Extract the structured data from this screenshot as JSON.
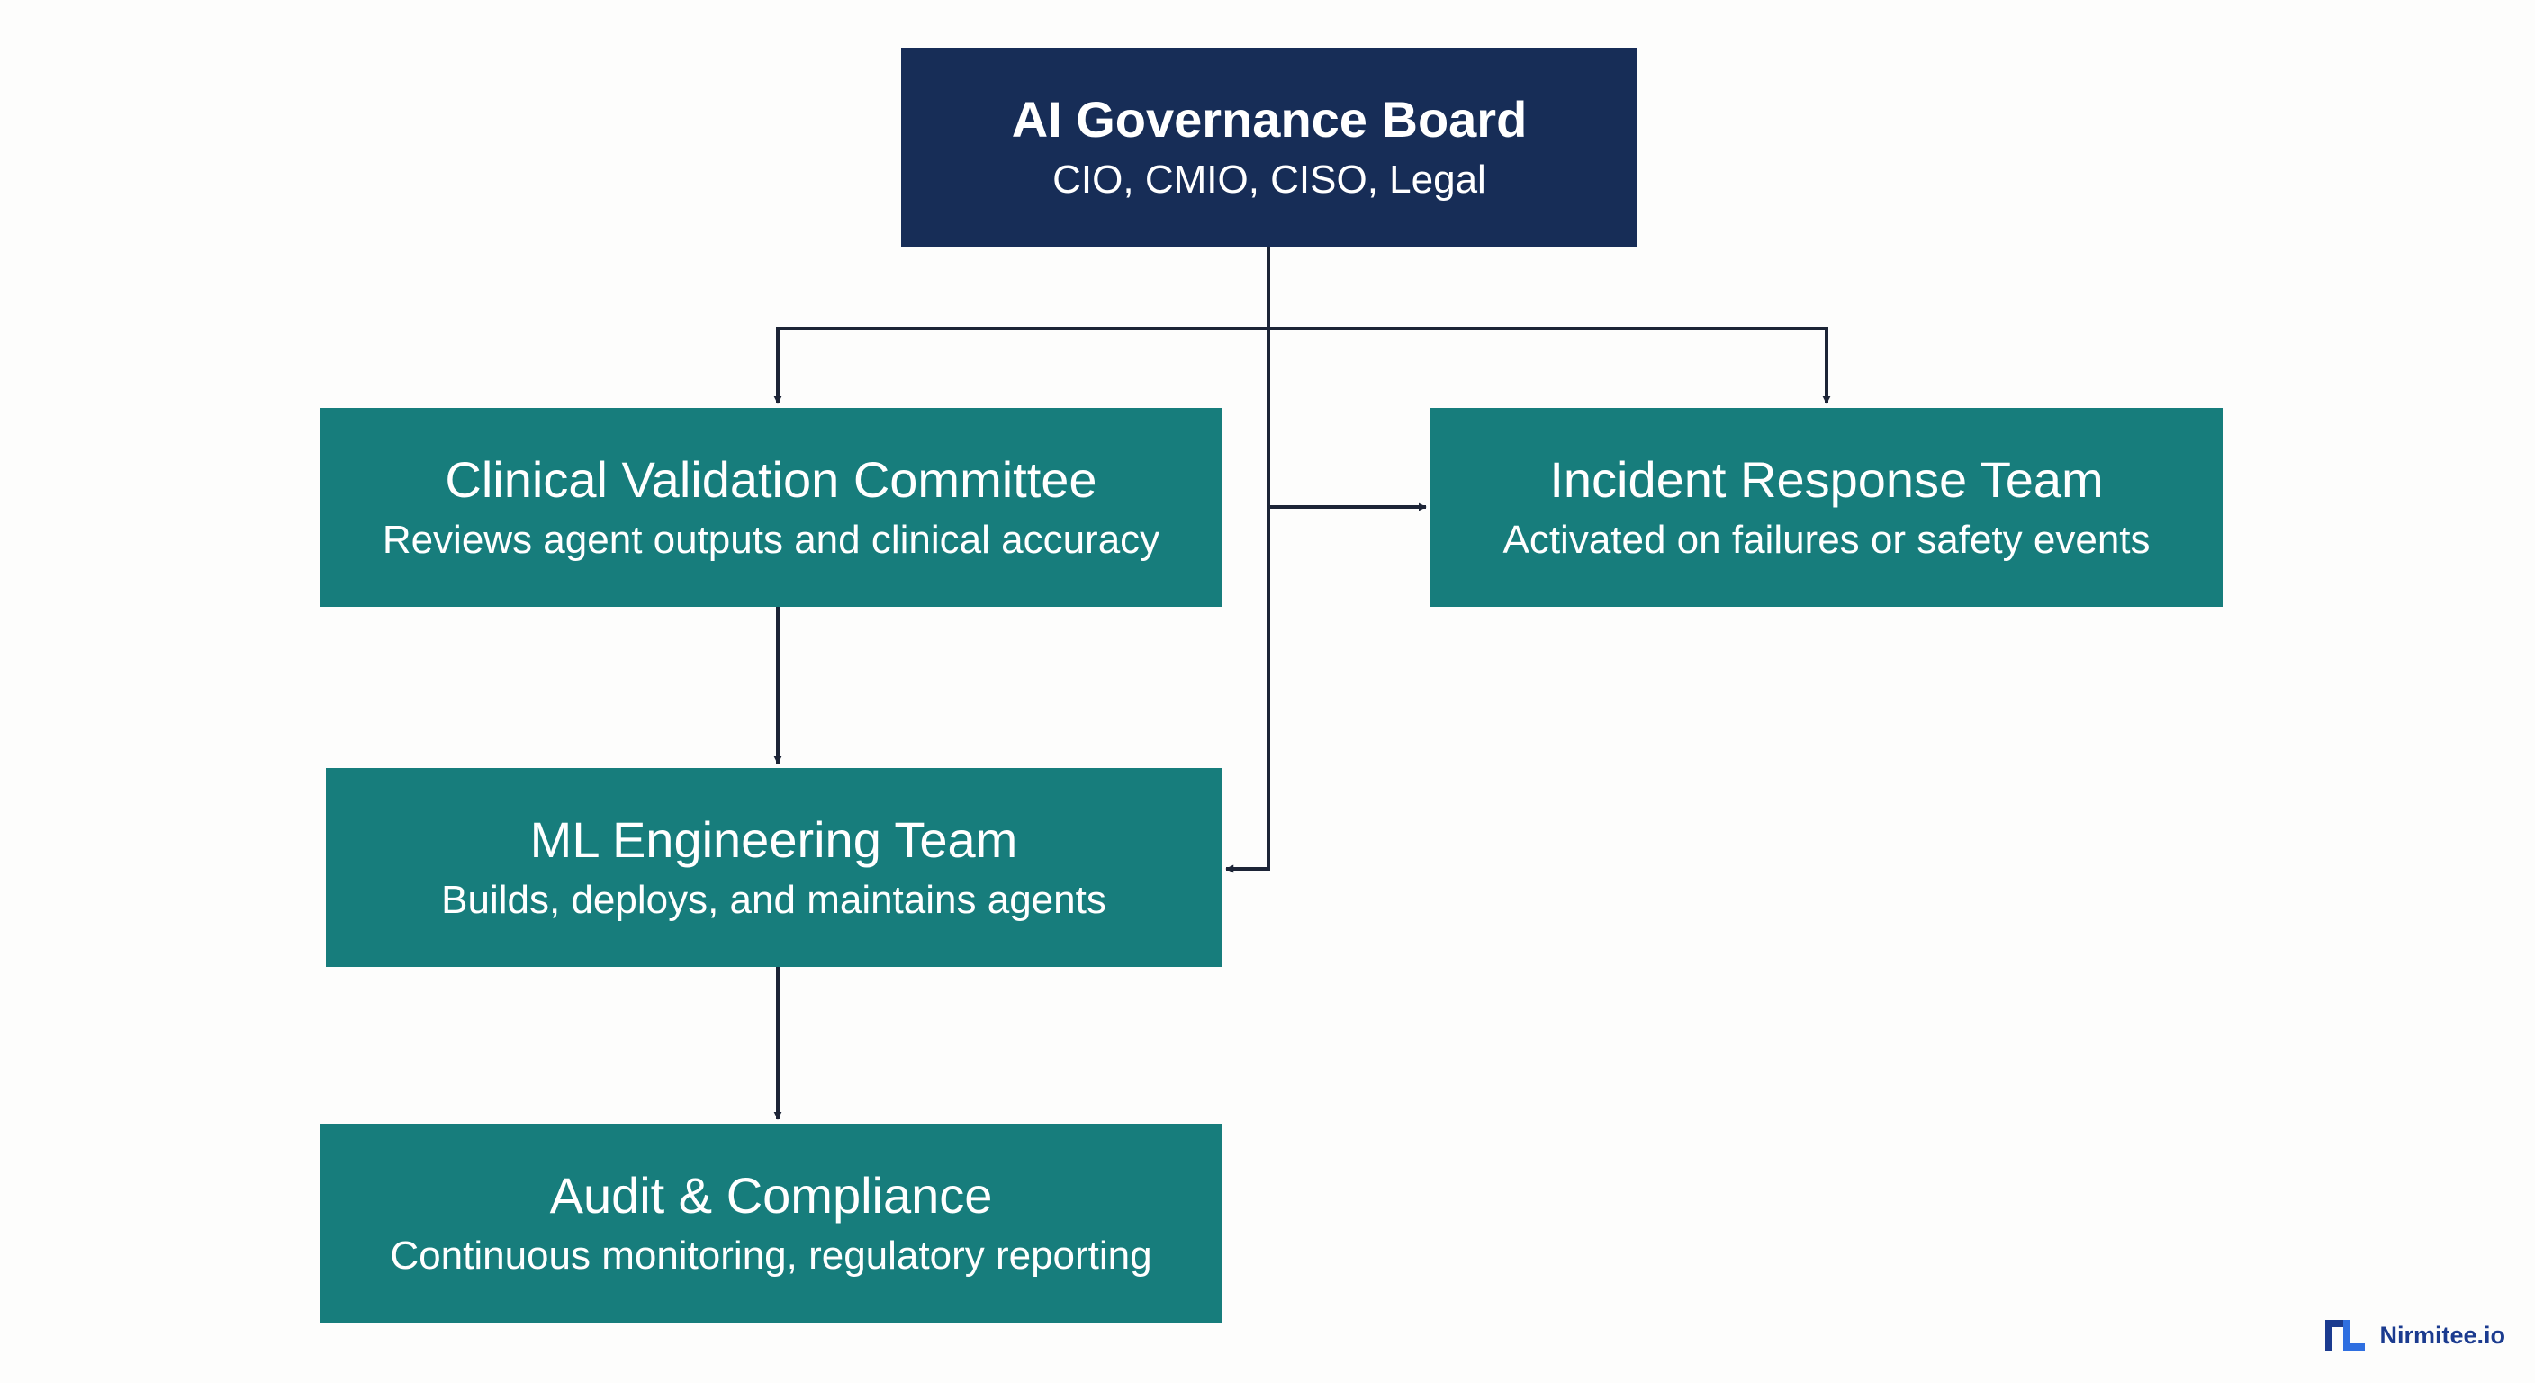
{
  "colors": {
    "board_fill": "#172d57",
    "team_fill": "#177d7c",
    "connector": "#1c2436",
    "logo": "#1b3b8f"
  },
  "nodes": {
    "board": {
      "title": "AI Governance Board",
      "subtitle": "CIO, CMIO, CISO, Legal"
    },
    "clinical": {
      "title": "Clinical Validation Committee",
      "subtitle": "Reviews agent outputs and clinical accuracy"
    },
    "incident": {
      "title": "Incident Response Team",
      "subtitle": "Activated on failures or safety events"
    },
    "ml": {
      "title": "ML Engineering Team",
      "subtitle": "Builds, deploys, and maintains agents"
    },
    "audit": {
      "title": "Audit & Compliance",
      "subtitle": "Continuous monitoring, regulatory reporting"
    }
  },
  "edges": [
    {
      "from": "board",
      "to": "clinical"
    },
    {
      "from": "board",
      "to": "incident"
    },
    {
      "from": "board",
      "to": "incident"
    },
    {
      "from": "board",
      "to": "ml"
    },
    {
      "from": "clinical",
      "to": "ml"
    },
    {
      "from": "ml",
      "to": "audit"
    }
  ],
  "logo": {
    "icon": "nirmitee-logo-icon",
    "text": "Nirmitee.io"
  }
}
